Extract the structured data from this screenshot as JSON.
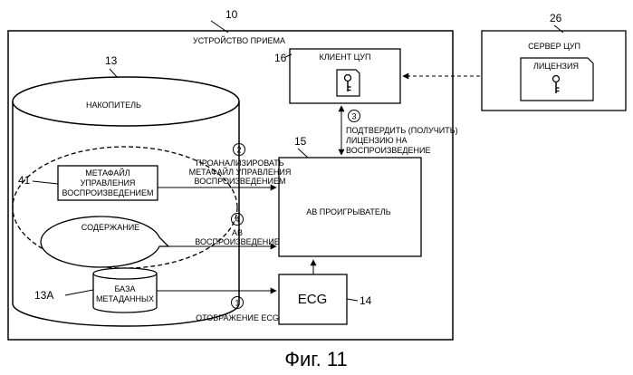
{
  "receiver": {
    "ref": "10",
    "title": "УСТРОЙСТВО ПРИЕМА"
  },
  "storage": {
    "ref": "13",
    "title": "НАКОПИТЕЛЬ"
  },
  "group": {
    "ref": "41"
  },
  "metafile": {
    "line1": "МЕТАФАЙЛ",
    "line2": "УПРАВЛЕНИЯ",
    "line3": "ВОСПРОИЗВЕДЕНИЕМ"
  },
  "content": {
    "label": "СОДЕРЖАНИЕ"
  },
  "database": {
    "ref": "13A",
    "line1": "БАЗА",
    "line2": "МЕТАДАННЫХ"
  },
  "client": {
    "ref": "16",
    "label": "КЛИЕНТ ЦУП"
  },
  "player": {
    "ref": "15",
    "label": "АВ ПРОИГРЫВАТЕЛЬ"
  },
  "ecg": {
    "ref": "14",
    "label": "ECG"
  },
  "server": {
    "ref": "26",
    "title": "СЕРВЕР ЦУП",
    "license": "ЛИЦЕНЗИЯ"
  },
  "steps": {
    "s1": {
      "num": "1",
      "line1": "ОТОБРАЖЕНИЕ ECG"
    },
    "s2": {
      "num": "2",
      "line1": "ПРОАНАЛИЗИРОВАТЬ",
      "line2": "МЕТАФАЙЛ УПРАВЛЕНИЯ",
      "line3": "ВОСПРОИЗВЕДЕНИЕМ"
    },
    "s3": {
      "num": "3",
      "line1": "ПОДТВЕРДИТЬ (ПОЛУЧИТЬ)",
      "line2": "ЛИЦЕНЗИЮ НА",
      "line3": "ВОСПРОИЗВЕДЕНИЕ"
    },
    "s4": {
      "num": "4",
      "line1": "АВ",
      "line2": "ВОСПРОИЗВЕДЕНИЕ"
    }
  },
  "caption": "Фиг. 11"
}
